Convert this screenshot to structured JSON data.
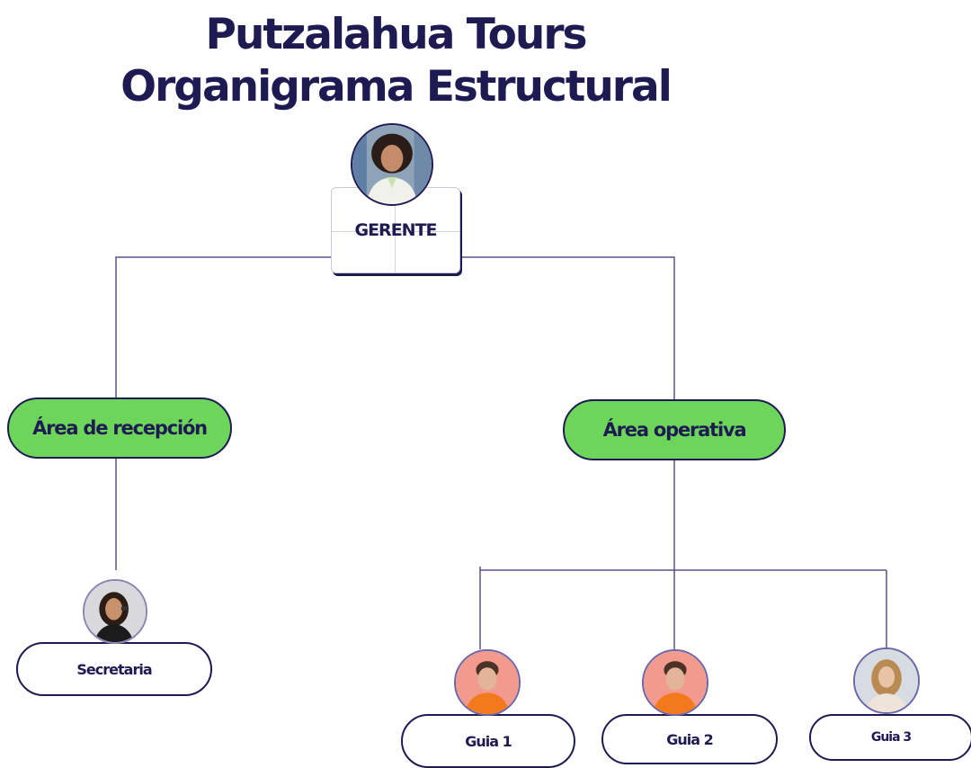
{
  "title": {
    "line1": "Putzalahua Tours",
    "line2": "Organigrama Estructural"
  },
  "manager": {
    "label": "GERENTE",
    "avatar_icon": "woman-portrait-icon"
  },
  "areas": [
    {
      "label": "Área de recepción"
    },
    {
      "label": "Área operativa"
    }
  ],
  "roles": [
    {
      "label": "Secretaria",
      "avatar_icon": "woman-portrait-icon"
    },
    {
      "label": "Guia 1",
      "avatar_icon": "man-portrait-icon"
    },
    {
      "label": "Guia 2",
      "avatar_icon": "man-portrait-icon"
    },
    {
      "label": "Guia 3",
      "avatar_icon": "woman-portrait-icon"
    }
  ],
  "colors": {
    "text": "#1e1b52",
    "area_fill": "#6dd65a",
    "connector": "#5a5488",
    "guide_avatar_bg": "#f39a8e"
  }
}
